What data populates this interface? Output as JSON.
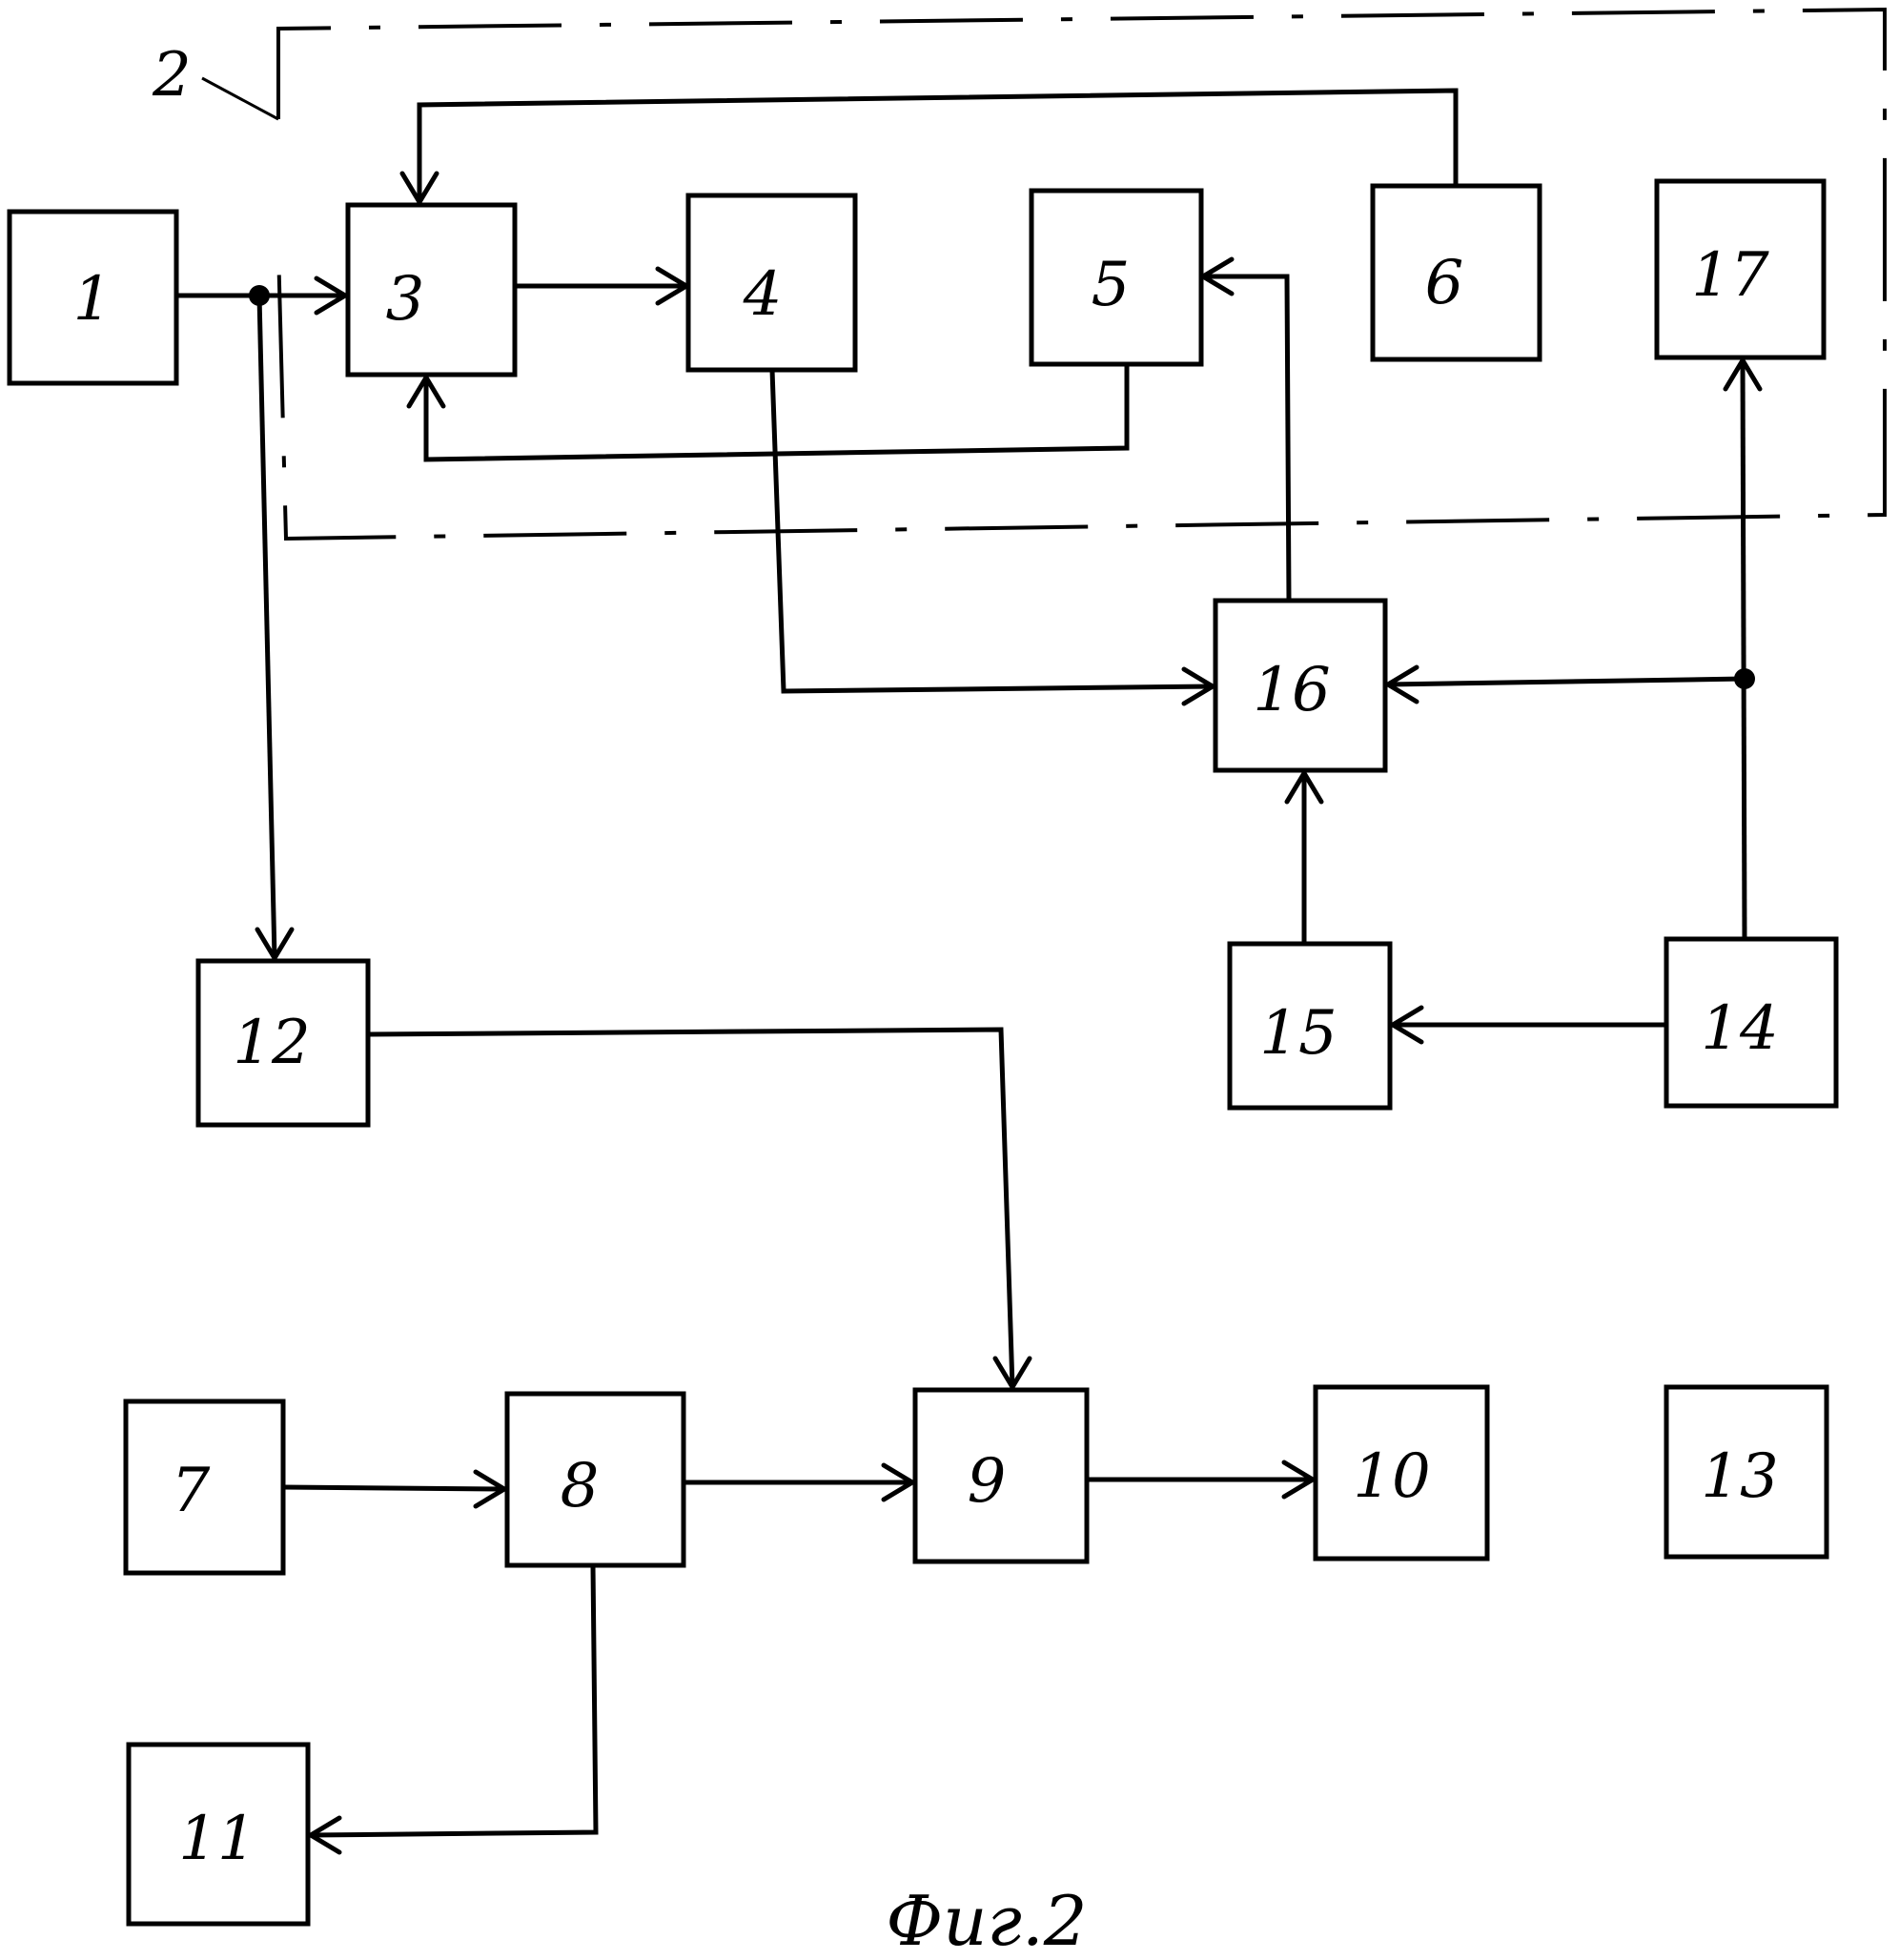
{
  "blocks": {
    "b1": "1",
    "b3": "3",
    "b4": "4",
    "b5": "5",
    "b6": "6",
    "b17": "17",
    "b16": "16",
    "b12": "12",
    "b15": "15",
    "b14": "14",
    "b7": "7",
    "b8": "8",
    "b9": "9",
    "b10": "10",
    "b13": "13",
    "b11": "11"
  },
  "enclosure_label": "2",
  "caption": "Фиг.2"
}
